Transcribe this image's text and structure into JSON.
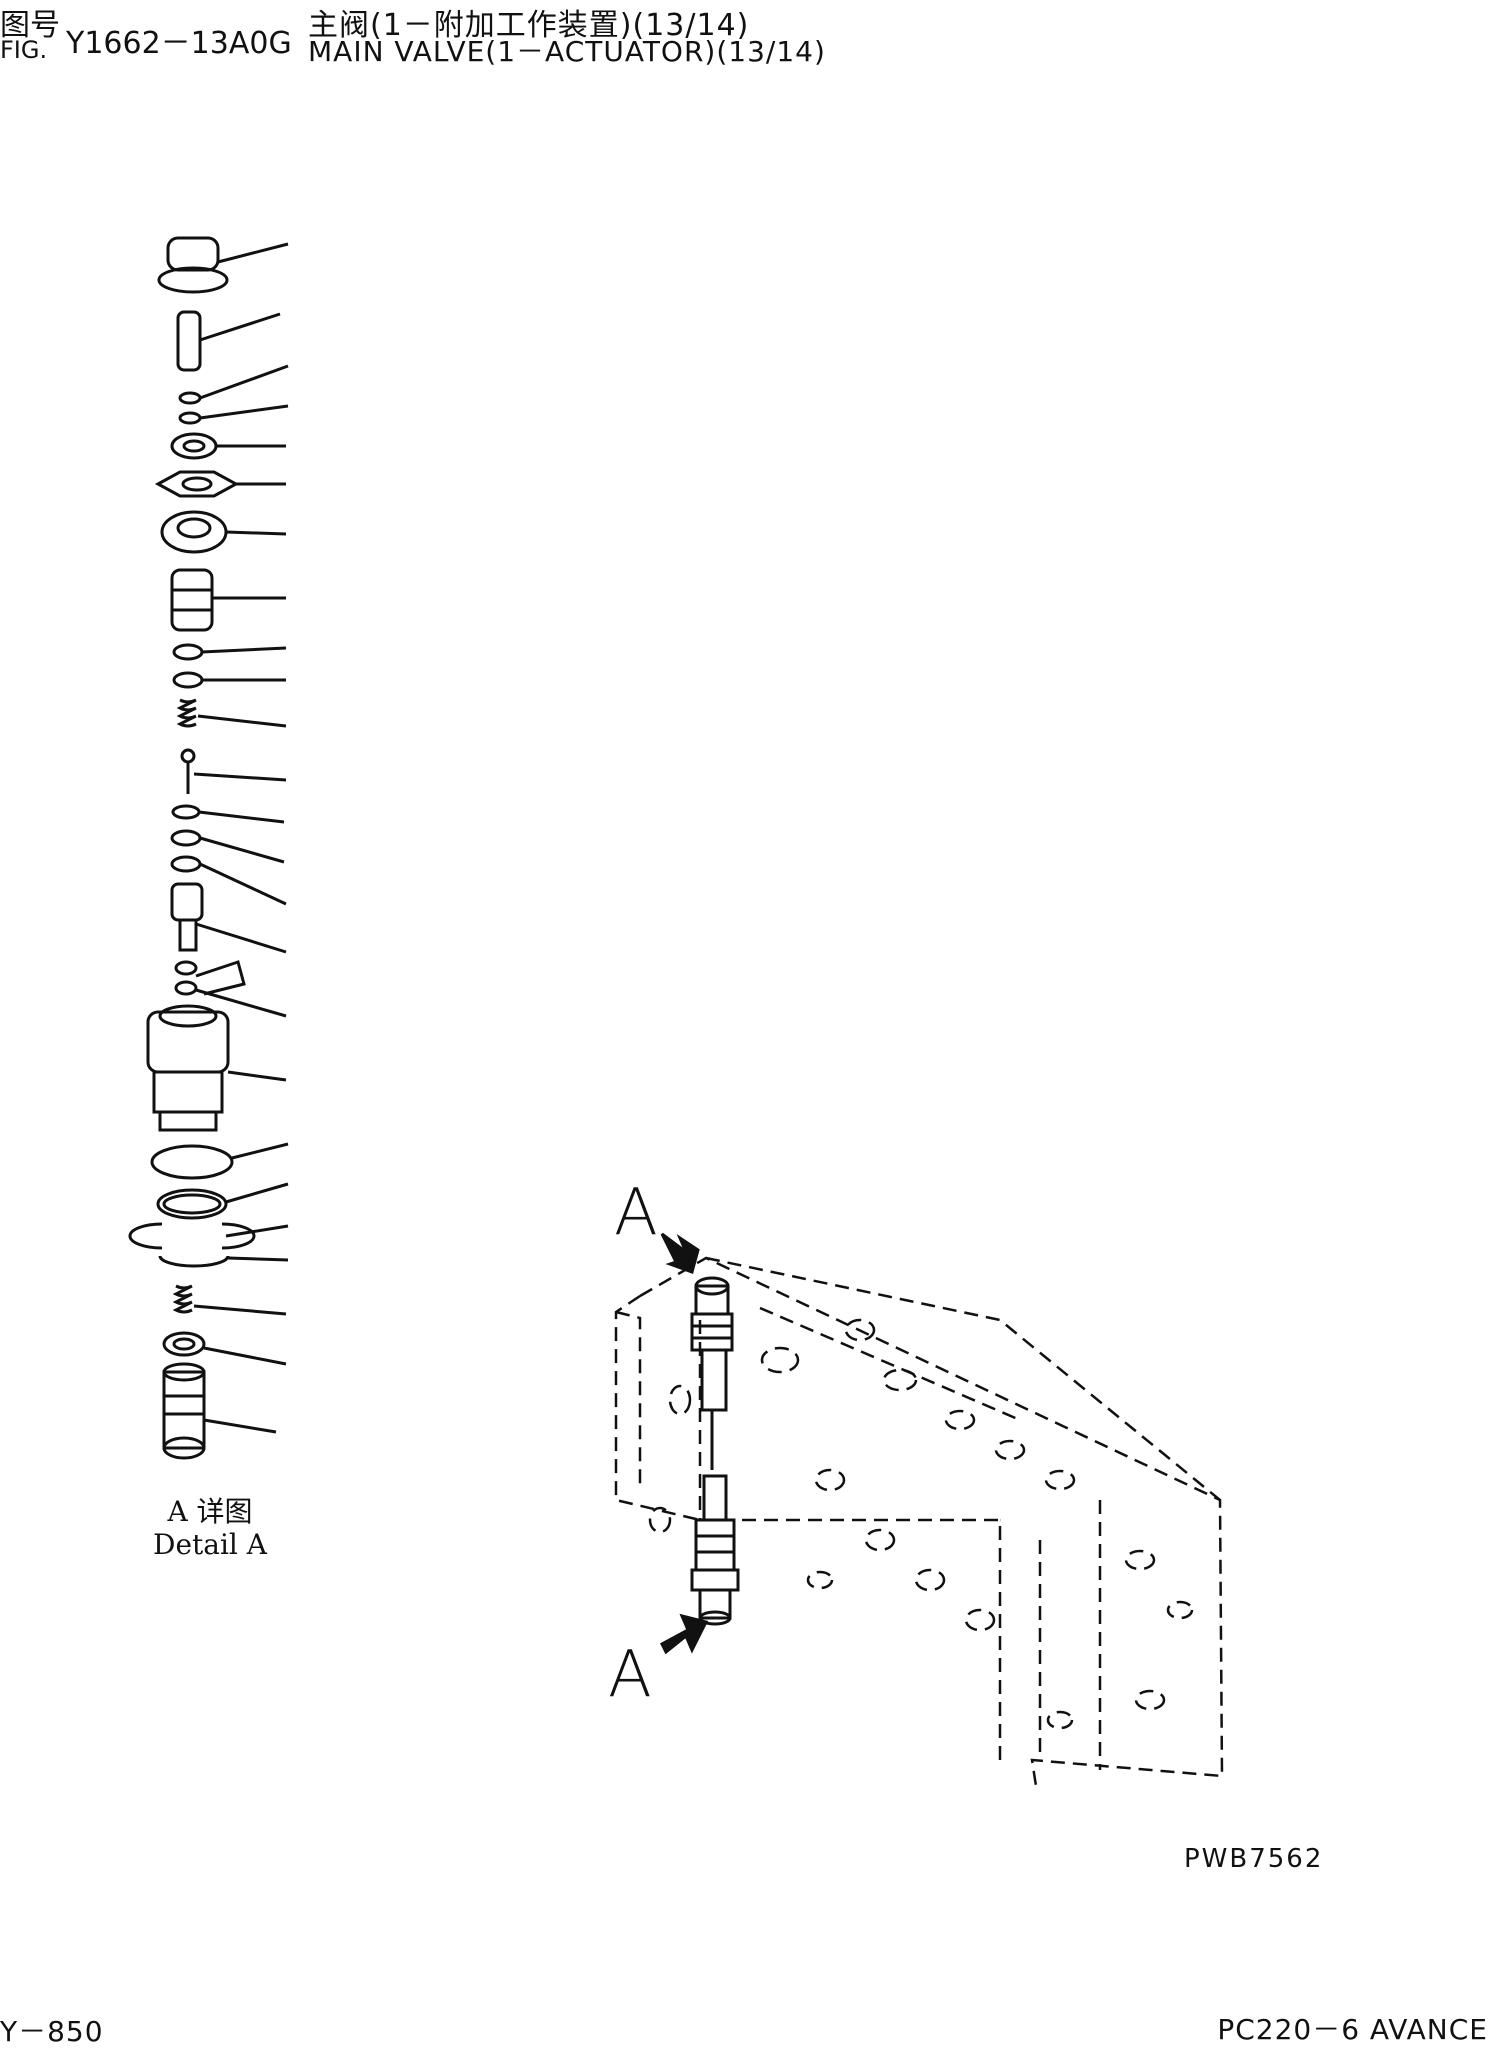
{
  "header": {
    "fig_label_cn": "图号",
    "fig_label_en": "FIG.",
    "fig_number": "Y1662－13A0G",
    "title_cn": "主阀(1－附加工作装置)(13/14)",
    "title_en": "MAIN VALVE(1－ACTUATOR)(13/14)"
  },
  "detail": {
    "label_cn": "A 详图",
    "label_en": "Detail A"
  },
  "callouts": {
    "top": "A",
    "bottom": "A"
  },
  "drawing_code": "PWB7562",
  "footer": {
    "page_no": "Y－850",
    "model": "PC220－6 AVANCE"
  }
}
